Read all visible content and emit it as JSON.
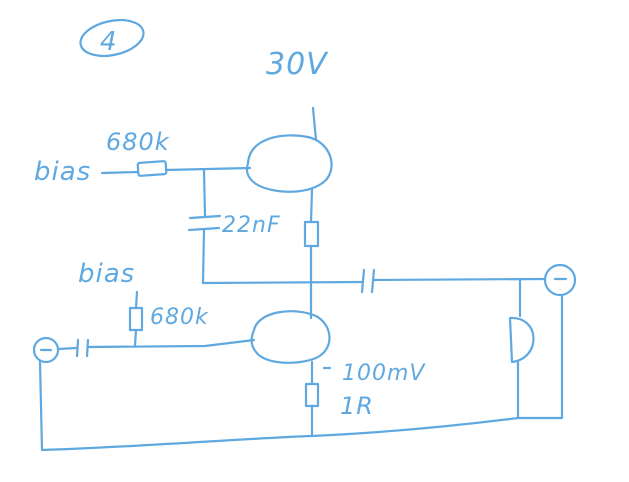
{
  "colors": {
    "ink": "#5fa8e0",
    "background": "#ffffff"
  },
  "labels": {
    "page_number": "4",
    "supply": "30V",
    "top_bias": "bias",
    "top_resistor": "680k",
    "capacitor": "22nF",
    "bottom_bias": "bias",
    "bottom_resistor": "680k",
    "signal": "100mV",
    "emitter_resistor": "1R"
  }
}
